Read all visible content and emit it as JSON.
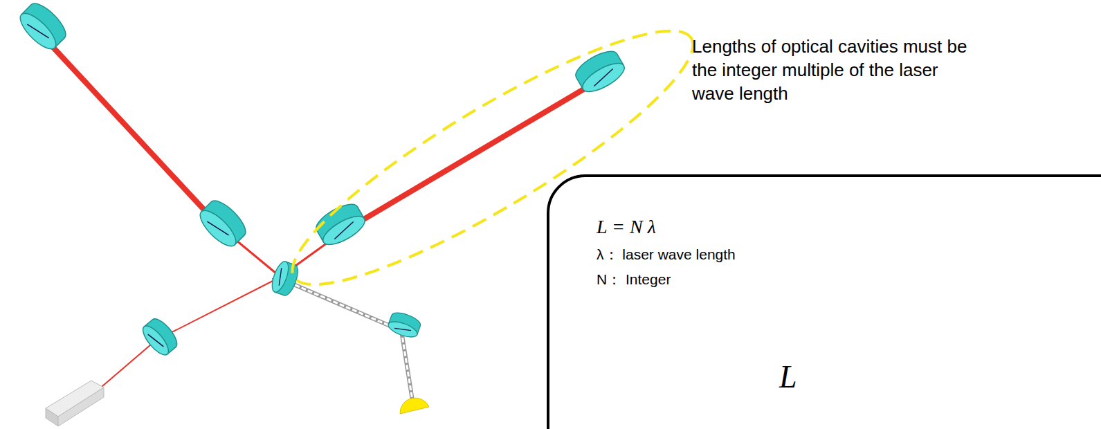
{
  "diagram": {
    "nodes": [
      {
        "text": [
          "L = N λ",
          "λ： laser wave length",
          "N： Integer",
          "L"
        ]
      }
    ],
    "labels": [
      "Lengths of optical cavities must be the integer multiple of the laser wave length"
    ]
  }
}
